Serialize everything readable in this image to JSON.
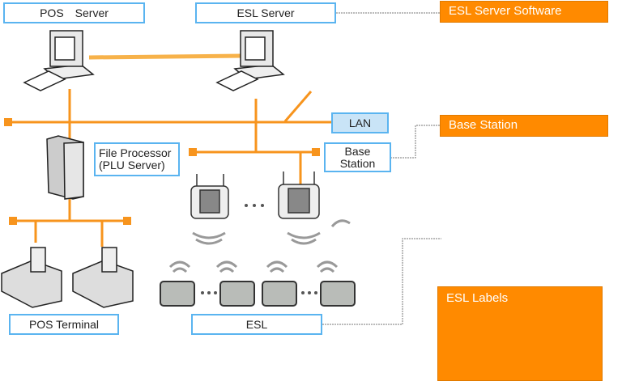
{
  "nodes": {
    "pos_server": "POS　Server",
    "esl_server": "ESL Server",
    "lan": "LAN",
    "file_processor_line1": "File Processor",
    "file_processor_line2": "(PLU Server)",
    "base_station_line1": "Base",
    "base_station_line2": "Station",
    "pos_terminal": "POS Terminal",
    "esl": "ESL"
  },
  "callouts": {
    "esl_server_software": "ESL Server Software",
    "base_station": "Base Station",
    "esl_labels": "ESL Labels"
  },
  "ellipsis": "…",
  "colors": {
    "accent": "#ff8a00",
    "link": "#f7941d",
    "box_border": "#5ab4f0",
    "lan_fill": "#c9e4f7"
  }
}
